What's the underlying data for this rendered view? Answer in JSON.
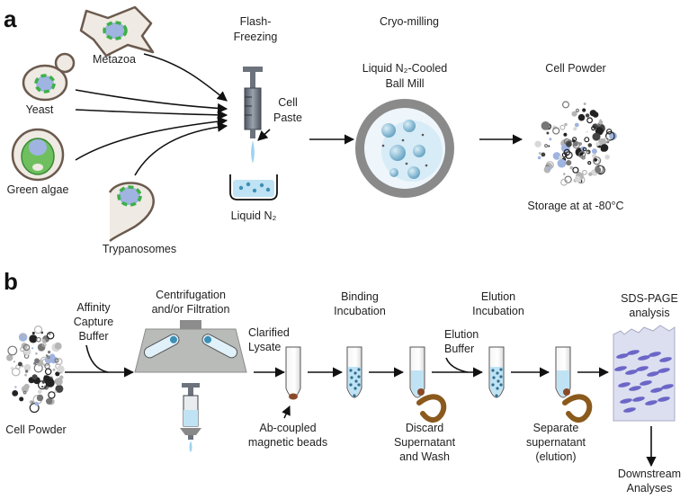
{
  "panel_a": {
    "letter": "a",
    "organisms": {
      "metazoa": "Metazoa",
      "yeast": "Yeast",
      "green_algae": "Green algae",
      "trypanosomes": "Trypanosomes"
    },
    "flash_freezing": [
      "Flash-",
      "Freezing"
    ],
    "cell_paste": [
      "Cell",
      "Paste"
    ],
    "liquid_n2": "Liquid N₂",
    "cryo_milling": "Cryo-milling",
    "ball_mill": [
      "Liquid N₂-Cooled",
      "Ball Mill"
    ],
    "cell_powder": "Cell Powder",
    "storage": "Storage at at -80°C"
  },
  "panel_b": {
    "letter": "b",
    "cell_powder": "Cell Powder",
    "affinity": [
      "Affinity",
      "Capture",
      "Buffer"
    ],
    "centrifugation": [
      "Centrifugation",
      "and/or Filtration"
    ],
    "clarified": [
      "Clarified",
      "Lysate"
    ],
    "binding": [
      "Binding",
      "Incubation"
    ],
    "ab_beads": [
      "Ab-coupled",
      "magnetic beads"
    ],
    "discard": [
      "Discard",
      "Supernatant",
      "and Wash"
    ],
    "elution_incubation": [
      "Elution",
      "Incubation"
    ],
    "elution_buffer": [
      "Elution",
      "Buffer"
    ],
    "separate": [
      "Separate",
      "supernatant",
      "(elution)"
    ],
    "sds_page": [
      "SDS-PAGE",
      "analysis"
    ],
    "downstream": [
      "Downstream",
      "Analyses"
    ]
  },
  "colors": {
    "cell_outline": "#6b5a4e",
    "cytoplasm": "#efeae3",
    "nucleus": "#9fb4e0",
    "green_ring": "#3eb049",
    "ice_blue": "#bfe3f4",
    "bead_blue": "#3d8fb5",
    "magnet": "#8a5a1d",
    "gel": "#dcdff0",
    "band": "#6b66c7"
  }
}
